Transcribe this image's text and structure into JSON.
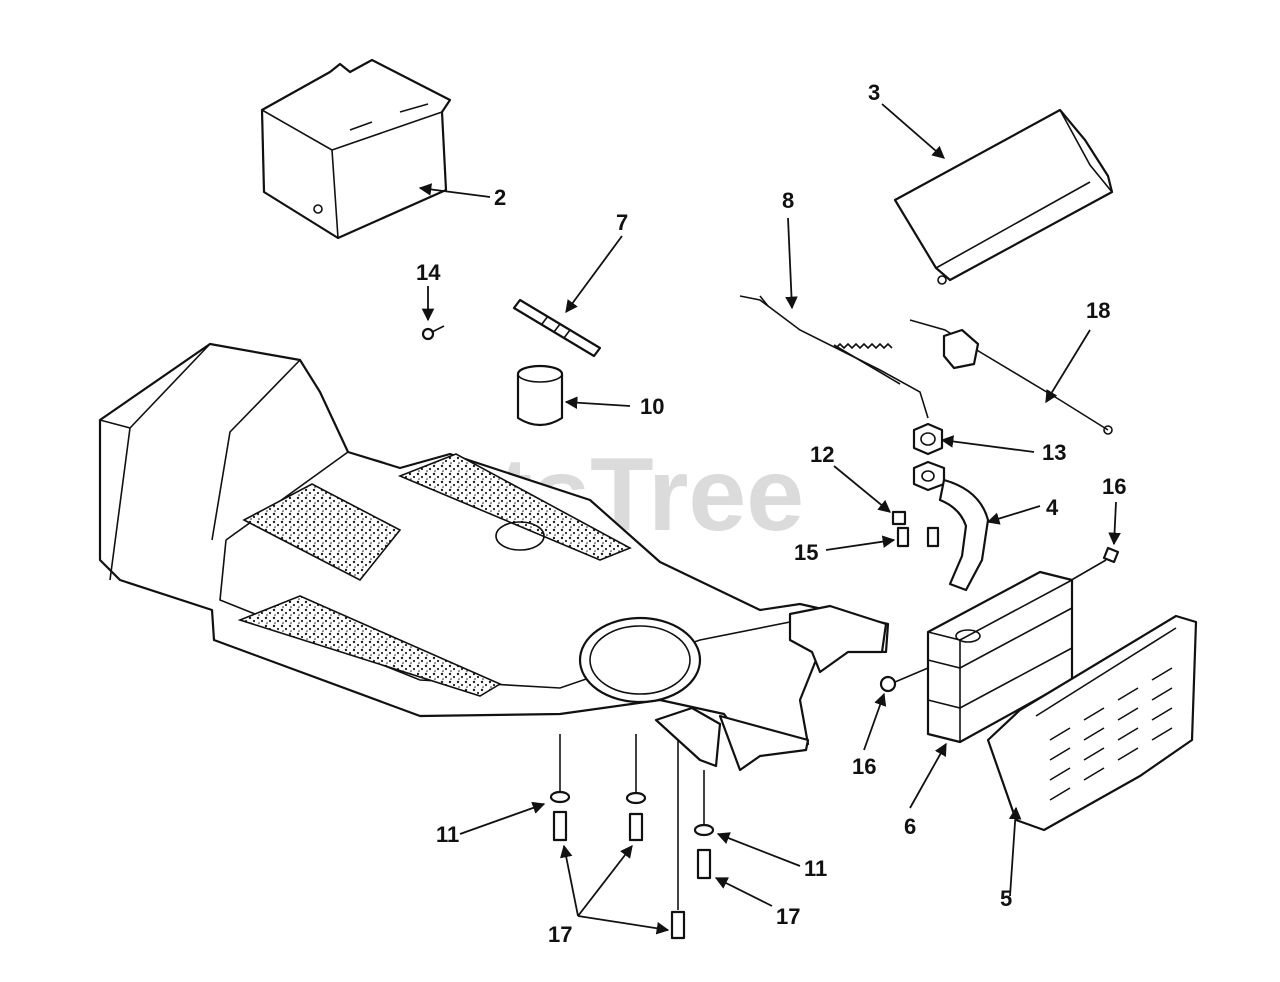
{
  "watermark": "PartsTree",
  "callouts": {
    "c2": "2",
    "c3": "3",
    "c4": "4",
    "c5": "5",
    "c6": "6",
    "c7": "7",
    "c8": "8",
    "c10": "10",
    "c11a": "11",
    "c11b": "11",
    "c12": "12",
    "c13": "13",
    "c14": "14",
    "c15": "15",
    "c16a": "16",
    "c16b": "16",
    "c17a": "17",
    "c17b": "17",
    "c18": "18"
  }
}
